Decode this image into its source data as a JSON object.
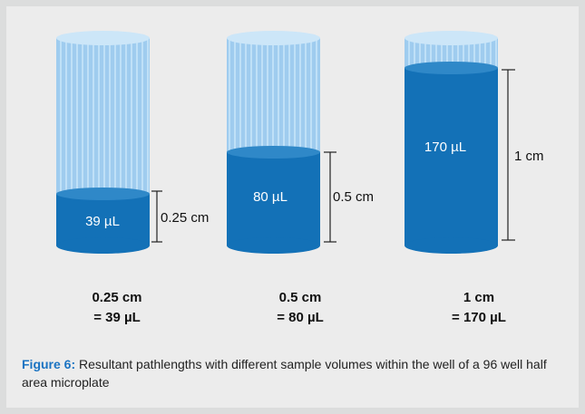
{
  "cylinders": [
    {
      "volume": "39 µL",
      "pathlength": "0.25 cm",
      "summary_line1": "0.25 cm",
      "summary_line2": "= 39 µL",
      "fill_fraction": 0.25
    },
    {
      "volume": "80 µL",
      "pathlength": "0.5 cm",
      "summary_line1": "0.5 cm",
      "summary_line2": "= 80 µL",
      "fill_fraction": 0.5
    },
    {
      "volume": "170 µL",
      "pathlength": "1 cm",
      "summary_line1": "1 cm",
      "summary_line2": "= 170 µL",
      "fill_fraction": 1.0
    }
  ],
  "caption": {
    "label": "Figure 6:",
    "text": " Resultant pathlengths with different sample volumes within the well of a 96 well half area microplate"
  },
  "colors": {
    "liquid": "#1371b7",
    "liquid_top": "#2f88c8",
    "glass": "#9fccef",
    "glass_stripe": "#bfe0f7",
    "glass_rim": "#cce6f8",
    "background": "#ececec",
    "border": "#dcdddd",
    "caption_label": "#1a73c2"
  }
}
